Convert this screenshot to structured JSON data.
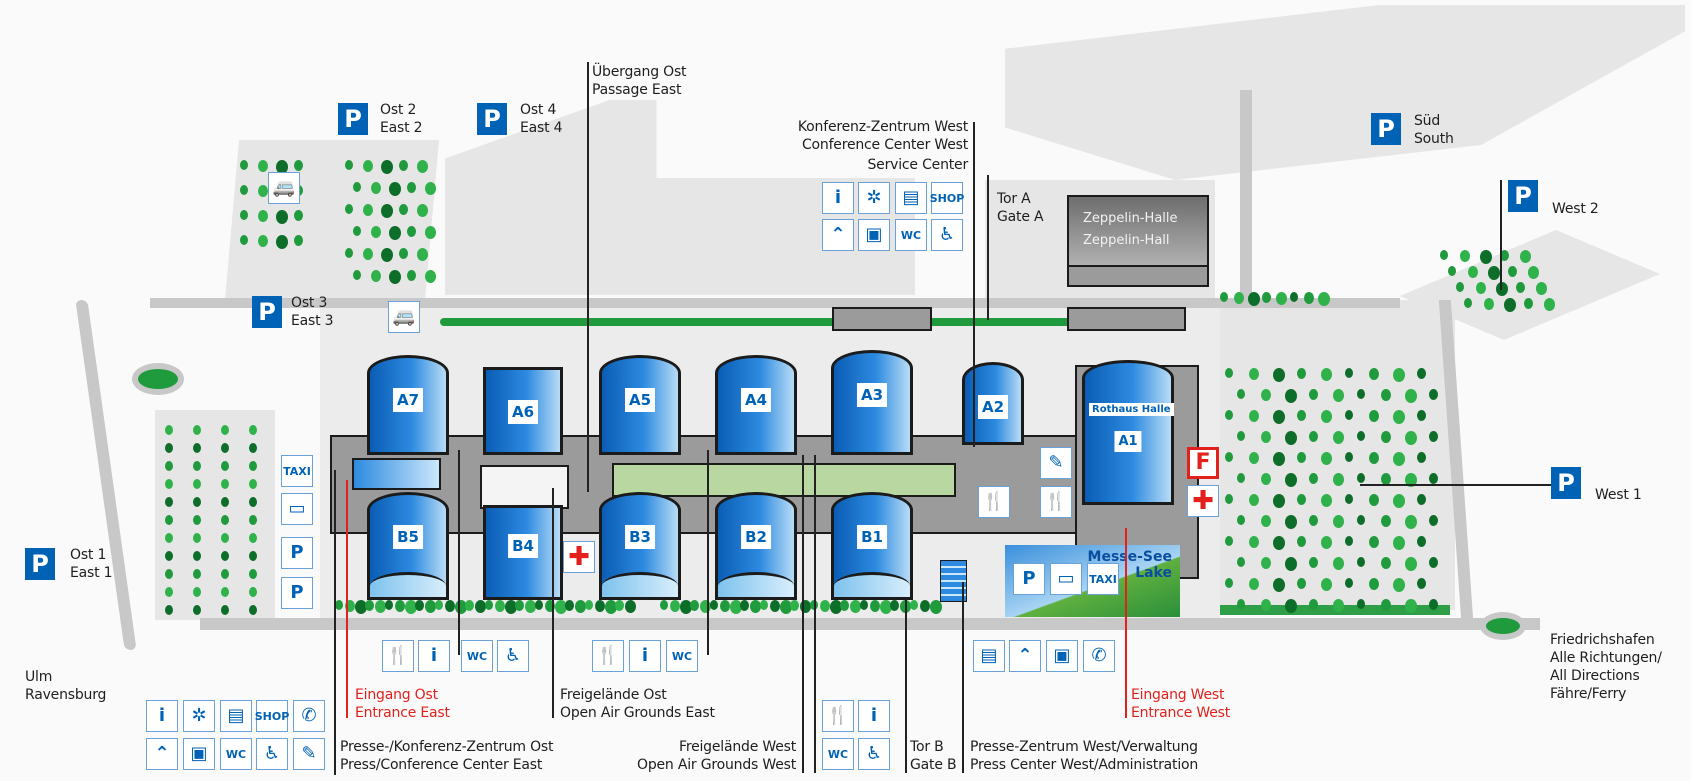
{
  "map": {
    "parking": [
      {
        "id": "ost1",
        "symbol": "P",
        "line1": "Ost 1",
        "line2": "East 1"
      },
      {
        "id": "ost2",
        "symbol": "P",
        "line1": "Ost 2",
        "line2": "East 2"
      },
      {
        "id": "ost3",
        "symbol": "P",
        "line1": "Ost 3",
        "line2": "East 3"
      },
      {
        "id": "ost4",
        "symbol": "P",
        "line1": "Ost 4",
        "line2": "East 4"
      },
      {
        "id": "sued",
        "symbol": "P",
        "line1": "Süd",
        "line2": "South"
      },
      {
        "id": "west2",
        "symbol": "P",
        "line1": "West 2",
        "line2": ""
      },
      {
        "id": "west1",
        "symbol": "P",
        "line1": "West 1",
        "line2": ""
      }
    ],
    "halls": {
      "a7": "A7",
      "a6": "A6",
      "a5": "A5",
      "a4": "A4",
      "a3": "A3",
      "a2": "A2",
      "a1": "A1",
      "a1_name": "Rothaus Halle",
      "b5": "B5",
      "b4": "B4",
      "b3": "B3",
      "b2": "B2",
      "b1": "B1"
    },
    "zeppelin": {
      "line1": "Zeppelin-Halle",
      "line2": "Zeppelin-Hall"
    },
    "lake": {
      "line1": "Messe-See",
      "line2": "Lake"
    },
    "labels": {
      "passage_east": {
        "line1": "Übergang Ost",
        "line2": "Passage East"
      },
      "conference_west": {
        "line1": "Konferenz-Zentrum West",
        "line2": "Conference Center West",
        "line3": "Service Center"
      },
      "gate_a": {
        "line1": "Tor A",
        "line2": "Gate A"
      },
      "gate_b": {
        "line1": "Tor B",
        "line2": "Gate B"
      },
      "entrance_east": {
        "line1": "Eingang Ost",
        "line2": "Entrance East"
      },
      "entrance_west": {
        "line1": "Eingang West",
        "line2": "Entrance West"
      },
      "press_east": {
        "line1": "Presse-/Konferenz-Zentrum Ost",
        "line2": "Press/Conference Center East"
      },
      "open_air_east": {
        "line1": "Freigelände Ost",
        "line2": "Open Air Grounds East"
      },
      "open_air_west": {
        "line1": "Freigelände West",
        "line2": "Open Air Grounds West"
      },
      "press_west": {
        "line1": "Presse-Zentrum West/Verwaltung",
        "line2": "Press Center West/Administration"
      },
      "ulm": {
        "line1": "Ulm",
        "line2": "Ravensburg"
      },
      "friedrichshafen": {
        "line1": "Friedrichshafen",
        "line2": "Alle Richtungen/",
        "line3": "All Directions",
        "line4": "Fähre/Ferry"
      }
    },
    "icon_text": {
      "info": "i",
      "shop": "SHOP",
      "wc": "WC",
      "taxi": "TAXI",
      "restaurant": "🍴",
      "phone": "✆",
      "cloakroom": "⌃",
      "luggage": "▣",
      "meeting": "✲",
      "atm": "▤",
      "wc_disabled": "♿",
      "first_aid": "✚",
      "fire": "F",
      "parking_disabled": "P",
      "parking_bus": "P",
      "bus": "▭",
      "press": "✎"
    },
    "colors": {
      "parking_blue": "#0062b4",
      "hall_blue": "#2d8ae0",
      "entrance_red": "#e2211c",
      "tree_green": "#1f9a3c",
      "road_grey": "#c8c8c8"
    }
  }
}
